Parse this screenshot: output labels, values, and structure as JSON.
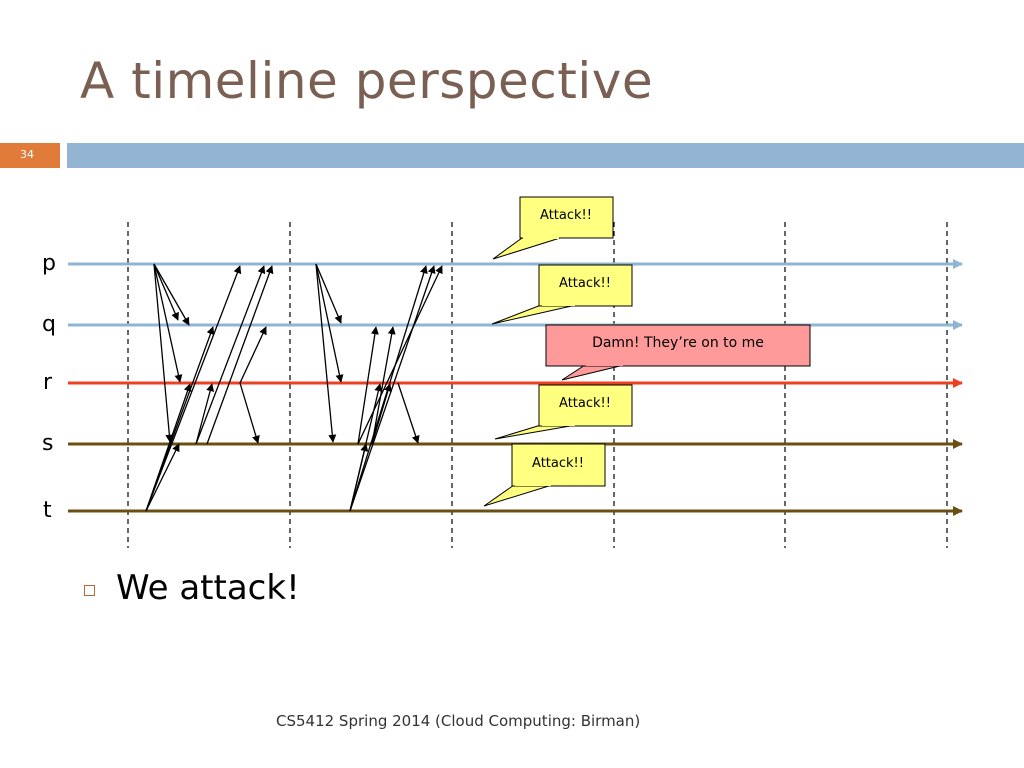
{
  "slide": {
    "title": "A timeline perspective",
    "number": "34",
    "footer": "CS5412 Spring 2014 (Cloud Computing: Birman)",
    "bullets": [
      "We attack!"
    ]
  },
  "diagram": {
    "processes": [
      {
        "label": "p",
        "color": "#8fb4d4"
      },
      {
        "label": "q",
        "color": "#8fb4d4"
      },
      {
        "label": "r",
        "color": "#ee4020"
      },
      {
        "label": "s",
        "color": "#6b4f10"
      },
      {
        "label": "t",
        "color": "#6b4f10"
      }
    ],
    "callouts": [
      {
        "text": "Attack!!",
        "fill": "#ffff80"
      },
      {
        "text": "Attack!!",
        "fill": "#ffff80"
      },
      {
        "text": "Damn!  They’re on to me",
        "fill": "#ff9a9a"
      },
      {
        "text": "Attack!!",
        "fill": "#ffff80"
      },
      {
        "text": "Attack!!",
        "fill": "#ffff80"
      }
    ]
  }
}
